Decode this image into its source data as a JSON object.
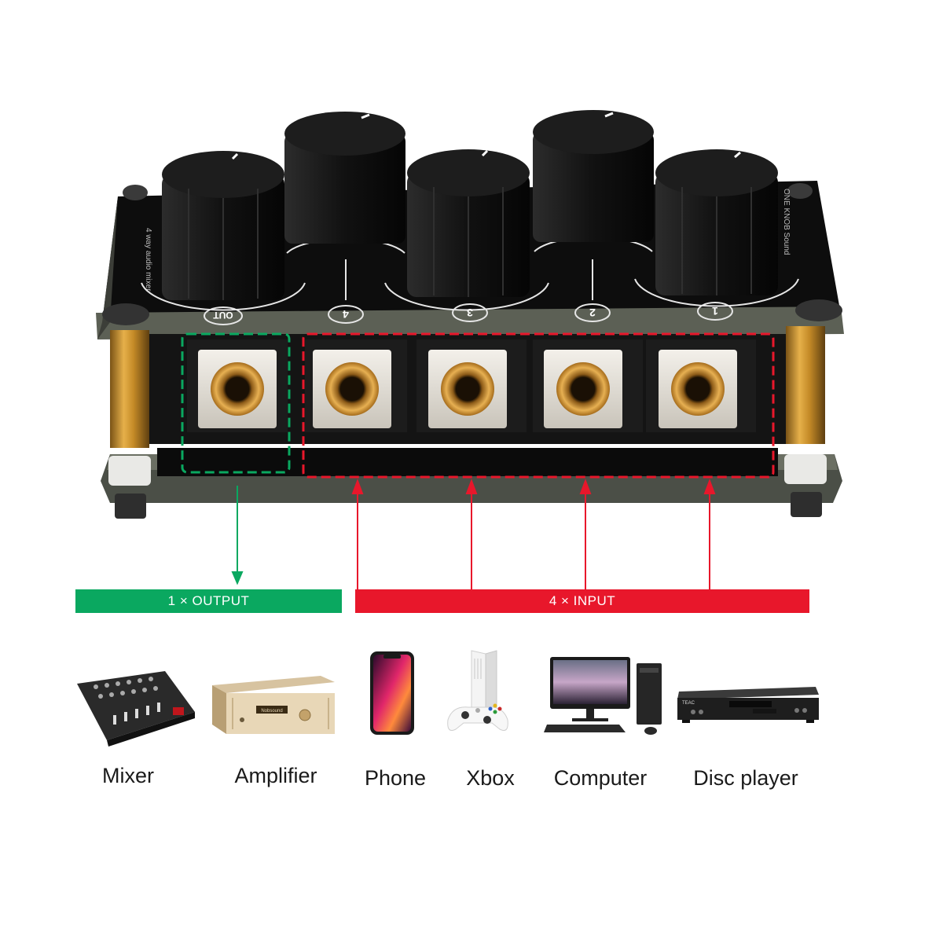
{
  "device": {
    "knob_labels": [
      "OUT",
      "4",
      "3",
      "2",
      "1"
    ],
    "left_panel_text": "4 way audio mixer",
    "right_panel_text": "ONE KNOB Sound"
  },
  "banners": {
    "output_label": "1 × OUTPUT",
    "input_label": "4 × INPUT",
    "output_color": "#0aa860",
    "input_color": "#e8172b"
  },
  "devices": [
    {
      "label": "Mixer",
      "icon": "mixer-icon"
    },
    {
      "label": "Amplifier",
      "icon": "amplifier-icon"
    },
    {
      "label": "Phone",
      "icon": "phone-icon"
    },
    {
      "label": "Xbox",
      "icon": "xbox-icon"
    },
    {
      "label": "Computer",
      "icon": "computer-icon"
    },
    {
      "label": "Disc player",
      "icon": "disc-player-icon"
    }
  ],
  "amplifier_brand": "Nobsound",
  "disc_player_brand": "TEAC"
}
